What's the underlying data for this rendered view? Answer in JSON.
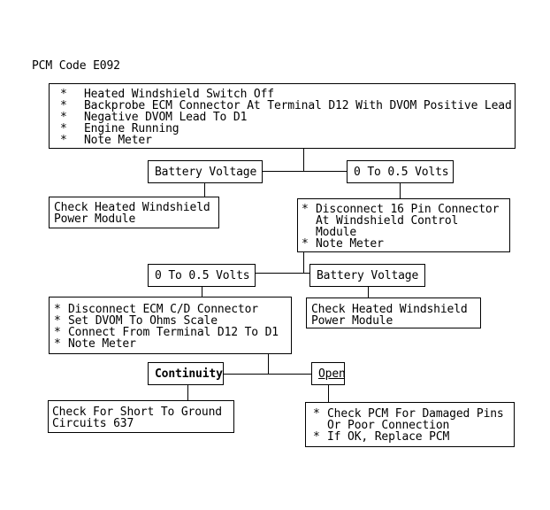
{
  "title": "PCM Code E092",
  "glyphs": {
    "bullet": "*"
  },
  "colors": {
    "background": "#ffffff",
    "line": "#000000",
    "text": "#000000"
  },
  "boxes": {
    "initial_conditions": {
      "lines": [
        "Heated Windshield Switch Off",
        "Backprobe ECM Connector At Terminal D12 With DVOM Positive Lead",
        "Negative DVOM Lead To D1",
        "Engine Running",
        "Note Meter"
      ]
    },
    "result_battery_voltage_1": {
      "label": "Battery Voltage"
    },
    "result_0_to_05_volts_1": {
      "label": "0 To 0.5 Volts"
    },
    "action_check_power_module_1": {
      "lines": [
        "Check Heated Windshield",
        "Power Module"
      ]
    },
    "step_disconnect_16_pin": {
      "lines": [
        "Disconnect 16 Pin Connector",
        "At Windshield Control",
        "Module",
        "Note Meter"
      ]
    },
    "result_0_to_05_volts_2": {
      "label": "0 To 0.5 Volts"
    },
    "result_battery_voltage_2": {
      "label": "Battery Voltage"
    },
    "step_disconnect_ecm": {
      "lines": [
        "Disconnect ECM C/D Connector",
        "Set DVOM To Ohms Scale",
        "Connect From Terminal D12 To D1",
        "Note Meter"
      ]
    },
    "action_check_power_module_2": {
      "lines": [
        "Check Heated Windshield",
        "Power Module"
      ]
    },
    "result_continuity": {
      "label": "Continuity"
    },
    "result_open": {
      "label": "Open"
    },
    "action_check_short_to_ground": {
      "lines": [
        "Check For Short To Ground",
        "Circuits 637"
      ]
    },
    "action_check_pcm": {
      "lines": [
        "Check PCM For Damaged Pins",
        "Or Poor Connection",
        "If OK, Replace PCM"
      ]
    }
  }
}
